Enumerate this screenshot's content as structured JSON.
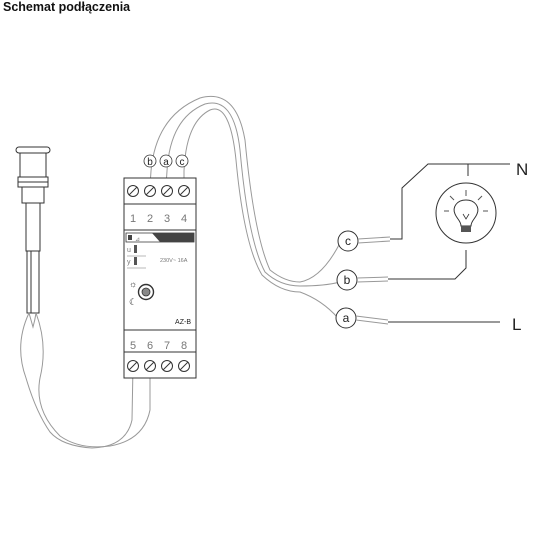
{
  "title": "Schemat podłączenia",
  "device": {
    "model": "AZ-B",
    "rating": "230V~  16A",
    "terminals_top": [
      "1",
      "2",
      "3",
      "4"
    ],
    "terminals_bottom": [
      "5",
      "6",
      "7",
      "8"
    ],
    "led_u": "u",
    "led_y": "y",
    "knob_sun_symbol": "☼",
    "knob_moon_symbol": "☾"
  },
  "wire_letters_top": [
    "b",
    "a",
    "c"
  ],
  "wire_markers": [
    "c",
    "b",
    "a"
  ],
  "lines": {
    "neutral": "N",
    "live": "L"
  },
  "icons": [
    "light-sensor",
    "light-bulb-icon",
    "sun-icon",
    "moon-icon"
  ],
  "colors": {
    "line": "#333333",
    "wire": "#999999",
    "device_fill": "#ffffff",
    "device_stroke": "#333333"
  }
}
